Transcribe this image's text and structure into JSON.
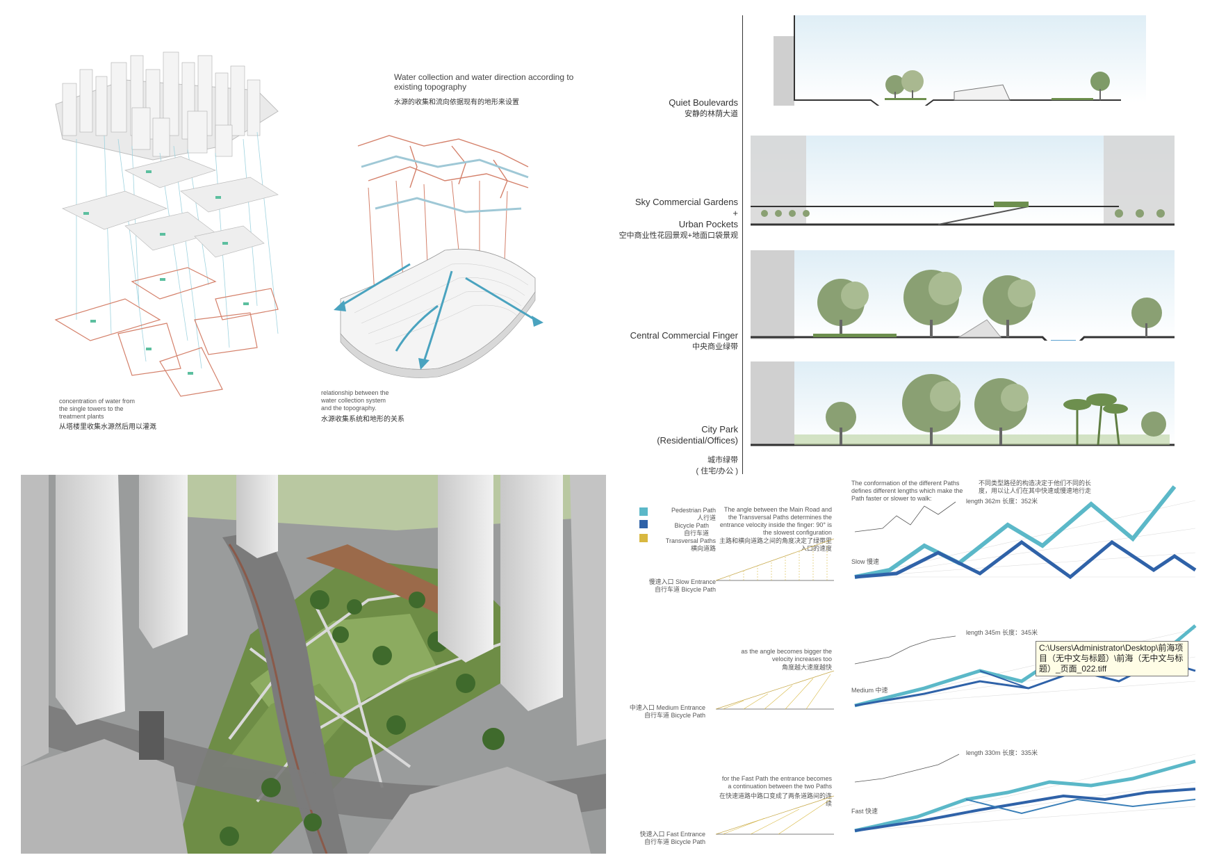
{
  "water": {
    "title_en": "Water collection and water direction according to existing topography",
    "title_cn": "水源的收集和流向依据现有的地形来设置",
    "left_caption_en": "concentration of water from the single towers to the treatment plants",
    "left_caption_cn": "从塔楼里收集水源然后用以灌溉",
    "right_caption_en": "relationship between the water collection system and the topography.",
    "right_caption_cn": "水源收集系统和地形的关系"
  },
  "sections": [
    {
      "en": "Quiet Boulevards",
      "cn": "安静的林荫大道"
    },
    {
      "en": "Sky Commercial Gardens",
      "en2": "+",
      "en3": "Urban Pockets",
      "cn": "空中商业性花园景观+地面口袋景观"
    },
    {
      "en": "Central Commercial Finger",
      "cn": "中央商业绿带"
    },
    {
      "en": "City Park",
      "en2": "(Residential/Offices)",
      "cn": "城市绿带",
      "cn2": "( 住宅/办公 )"
    }
  ],
  "paths": {
    "legend": [
      {
        "en": "Pedestrian Path",
        "cn": "人行道",
        "color": "#5bb8c8"
      },
      {
        "en": "Bicycle Path",
        "cn": "自行车道",
        "color": "#2f62a8"
      },
      {
        "en": "Transversal Paths",
        "cn": "横向道路",
        "color": "#d8b840"
      }
    ],
    "intro_en": "The conformation of the different Paths defines different lengths which make the Path faster or slower to walk:",
    "intro_cn": "不同类型路径的构造决定于他们不同的长度，用以让人们在其中快速或慢速地行走",
    "angle_en": "The angle between the Main Road and the Transversal Paths determines the entrance velocity inside the finger: 90° is the slowest configuration",
    "angle_cn": "主路和横向道路之间的角度决定了绿带里入口的速度",
    "medium_note_en": "as the angle becomes bigger the velocity increases too",
    "medium_note_cn": "角度越大速度越快",
    "fast_note_en": "for the Fast Path the entrance becomes a continuation between the two Paths",
    "fast_note_cn": "在快速道路中路口变成了两条道路间的连续",
    "rows": [
      {
        "entrance_cn": "慢速入口",
        "entrance_en": "Slow Entrance",
        "bike_cn": "自行车道",
        "bike_en": "Bicycle Path",
        "speed_en": "Slow",
        "speed_cn": "慢速",
        "length": "length 362m",
        "length_cn": "长度：352米"
      },
      {
        "entrance_cn": "中速入口",
        "entrance_en": "Medium Entrance",
        "bike_cn": "自行车道",
        "bike_en": "Bicycle Path",
        "speed_en": "Medium",
        "speed_cn": "中速",
        "length": "length 345m",
        "length_cn": "长度：345米"
      },
      {
        "entrance_cn": "快速入口",
        "entrance_en": "Fast Entrance",
        "bike_cn": "自行车道",
        "bike_en": "Bicycle Path",
        "speed_en": "Fast",
        "speed_cn": "快速",
        "length": "length 330m",
        "length_cn": "长度：335米"
      }
    ]
  },
  "tooltip": {
    "line1": "C:\\Users\\Administrator\\Desktop\\前海项",
    "line2": "目（无中文与标题）\\前海（无中文与标",
    "line3": "题）_页面_022.tiff"
  }
}
